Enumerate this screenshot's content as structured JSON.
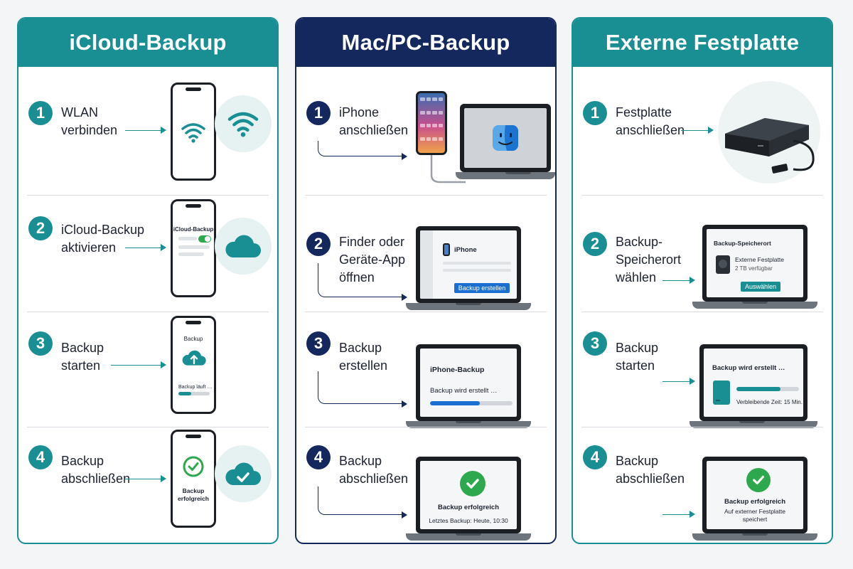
{
  "columns": [
    {
      "title": "iCloud-Backup",
      "steps": [
        {
          "number": "1",
          "label": "WLAN\nverbinden"
        },
        {
          "number": "2",
          "label": "iCloud-Backup\naktivieren",
          "screen_title": "iCloud-Backup"
        },
        {
          "number": "3",
          "label": "Backup\nstarten",
          "screen_title": "Backup",
          "screen_status": "Backup läuft …",
          "progress": 0.4
        },
        {
          "number": "4",
          "label": "Backup\nabschließen",
          "screen_status": "Backup\nerfolgreich"
        }
      ]
    },
    {
      "title": "Mac/PC-Backup",
      "steps": [
        {
          "number": "1",
          "label": "iPhone\nanschließen"
        },
        {
          "number": "2",
          "label": "Finder oder\nGeräte-App\nöffnen",
          "screen_title": "iPhone",
          "button": "Backup erstellen"
        },
        {
          "number": "3",
          "label": "Backup\nerstellen",
          "screen_title": "iPhone-Backup",
          "screen_status": "Backup wird erstellt …",
          "progress": 0.6
        },
        {
          "number": "4",
          "label": "Backup\nabschließen",
          "screen_title": "Backup erfolgreich",
          "screen_status": "Letztes Backup: Heute, 10:30"
        }
      ]
    },
    {
      "title": "Externe Festplatte",
      "steps": [
        {
          "number": "1",
          "label": "Festplatte\nanschließen"
        },
        {
          "number": "2",
          "label": "Backup-\nSpeicherort\nwählen",
          "screen_title": "Backup-Speicherort",
          "drive_name": "Externe Festplatte",
          "drive_space": "2 TB verfügbar",
          "button": "Auswählen"
        },
        {
          "number": "3",
          "label": "Backup\nstarten",
          "screen_title": "Backup wird erstellt …",
          "screen_status": "Verbleibende Zeit: 15 Min.",
          "progress": 0.7
        },
        {
          "number": "4",
          "label": "Backup\nabschließen",
          "screen_title": "Backup erfolgreich",
          "screen_status": "Auf externer Festplatte\nspeichert"
        }
      ]
    }
  ],
  "colors": {
    "teal": "#1a8f93",
    "navy": "#14285e",
    "success_green": "#2ea84e",
    "button_blue": "#1b6fd1"
  },
  "icons": [
    "wifi-icon",
    "cloud-icon",
    "cloud-upload-icon",
    "cloud-check-icon",
    "check-icon",
    "finder-icon",
    "hard-drive-icon",
    "usb-cable-icon"
  ]
}
